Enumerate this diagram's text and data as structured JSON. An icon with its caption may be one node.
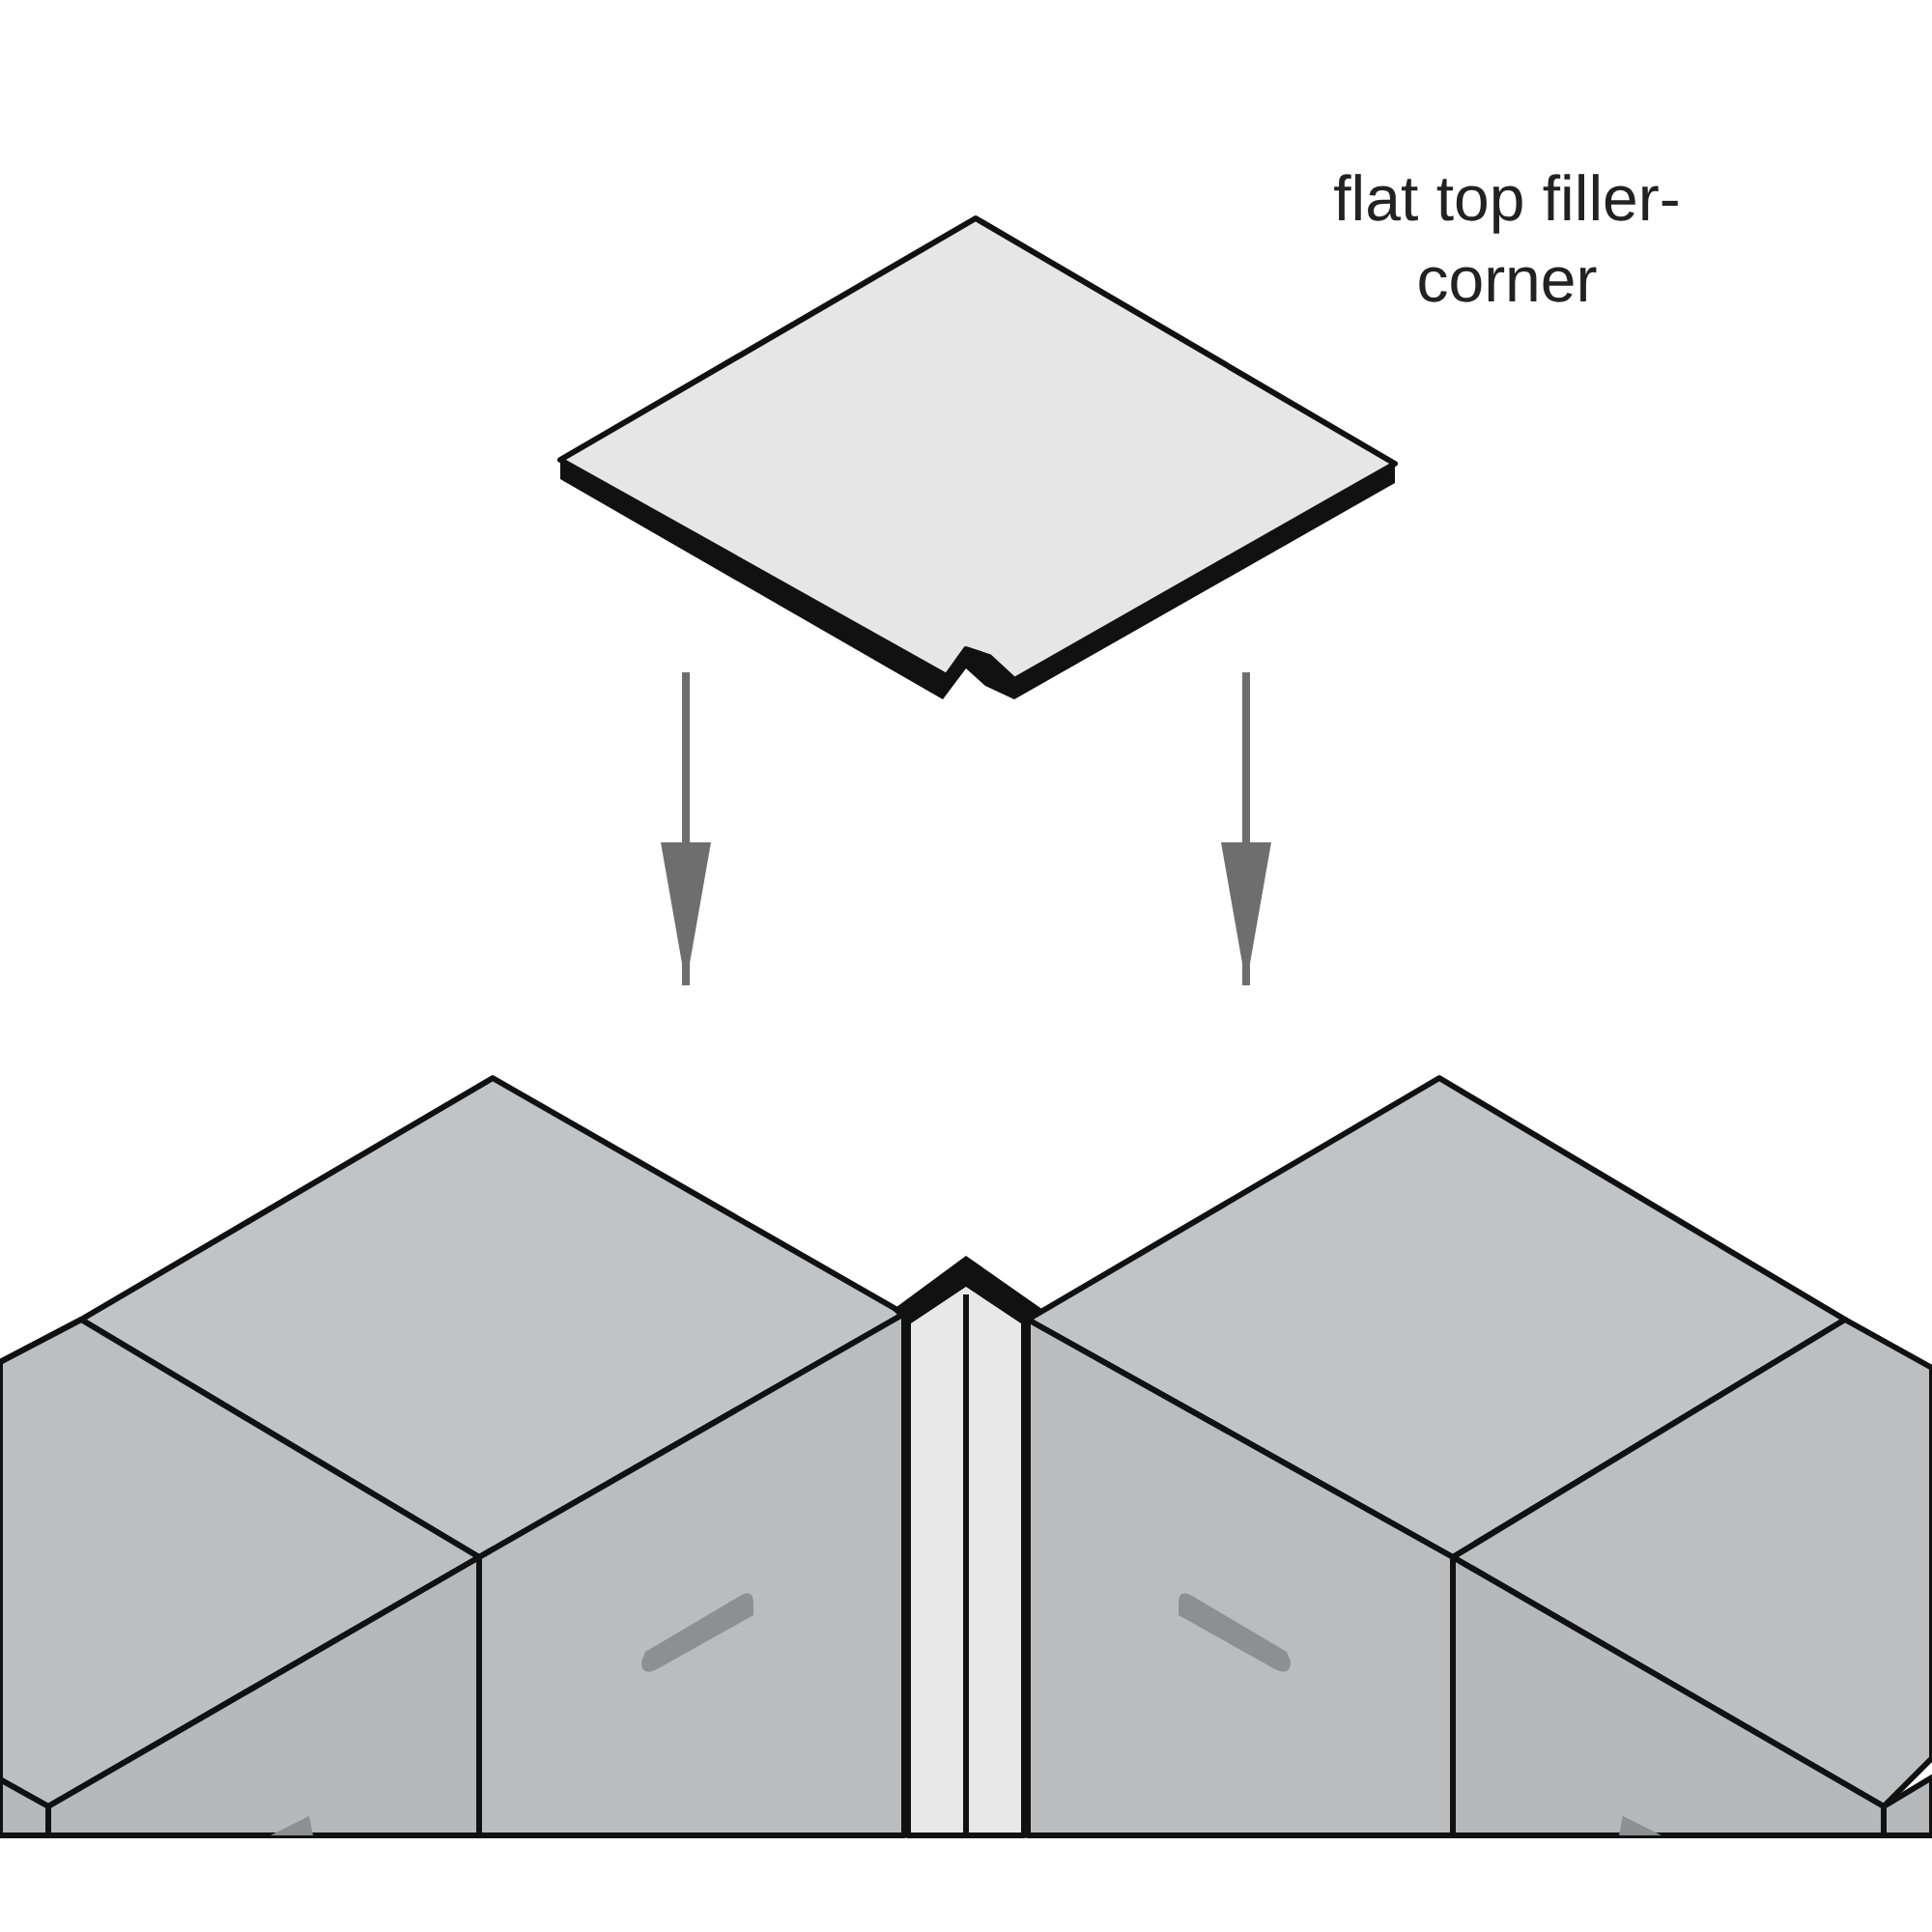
{
  "diagram": {
    "nodes": [
      {
        "text": [],
        "shape": "picture",
        "beside": [
          "flat top filler-corner"
        ]
      },
      {
        "text": [],
        "shape": "picture"
      }
    ],
    "edges": [
      {
        "from": null,
        "to": 1,
        "arrow": "to"
      },
      {
        "from": null,
        "to": 1,
        "arrow": "to"
      }
    ]
  }
}
